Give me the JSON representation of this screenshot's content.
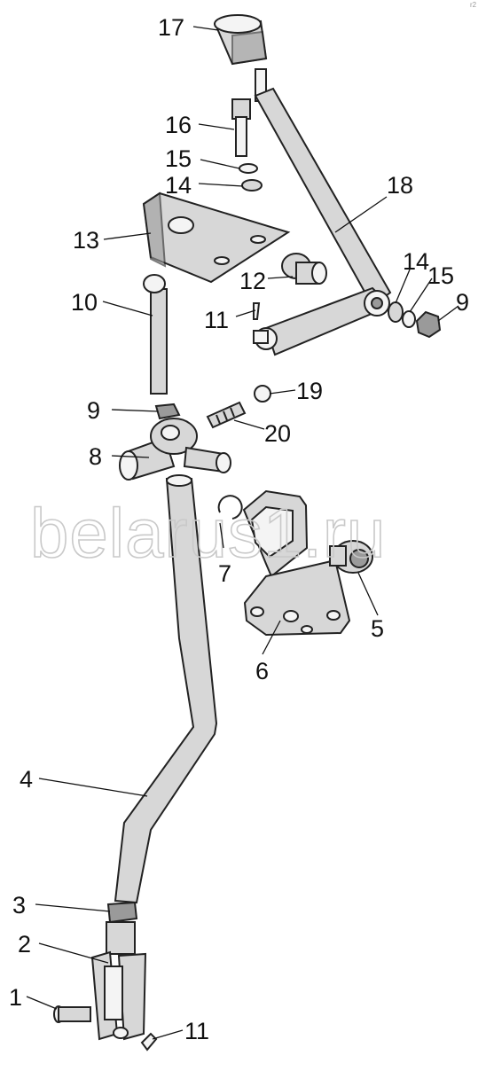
{
  "diagram": {
    "watermark": "belarus1.ru",
    "corner_mark": "r2",
    "callouts": [
      {
        "id": "c17",
        "text": "17"
      },
      {
        "id": "c16",
        "text": "16"
      },
      {
        "id": "c15a",
        "text": "15"
      },
      {
        "id": "c14a",
        "text": "14"
      },
      {
        "id": "c13",
        "text": "13"
      },
      {
        "id": "c18",
        "text": "18"
      },
      {
        "id": "c14b",
        "text": "14"
      },
      {
        "id": "c15b",
        "text": "15"
      },
      {
        "id": "c9a",
        "text": "9"
      },
      {
        "id": "c12",
        "text": "12"
      },
      {
        "id": "c10",
        "text": "10"
      },
      {
        "id": "c11a",
        "text": "11"
      },
      {
        "id": "c19",
        "text": "19"
      },
      {
        "id": "c9b",
        "text": "9"
      },
      {
        "id": "c20",
        "text": "20"
      },
      {
        "id": "c8",
        "text": "8"
      },
      {
        "id": "c7",
        "text": "7"
      },
      {
        "id": "c5",
        "text": "5"
      },
      {
        "id": "c6",
        "text": "6"
      },
      {
        "id": "c4",
        "text": "4"
      },
      {
        "id": "c3",
        "text": "3"
      },
      {
        "id": "c2",
        "text": "2"
      },
      {
        "id": "c1",
        "text": "1"
      },
      {
        "id": "c11b",
        "text": "11"
      }
    ]
  }
}
